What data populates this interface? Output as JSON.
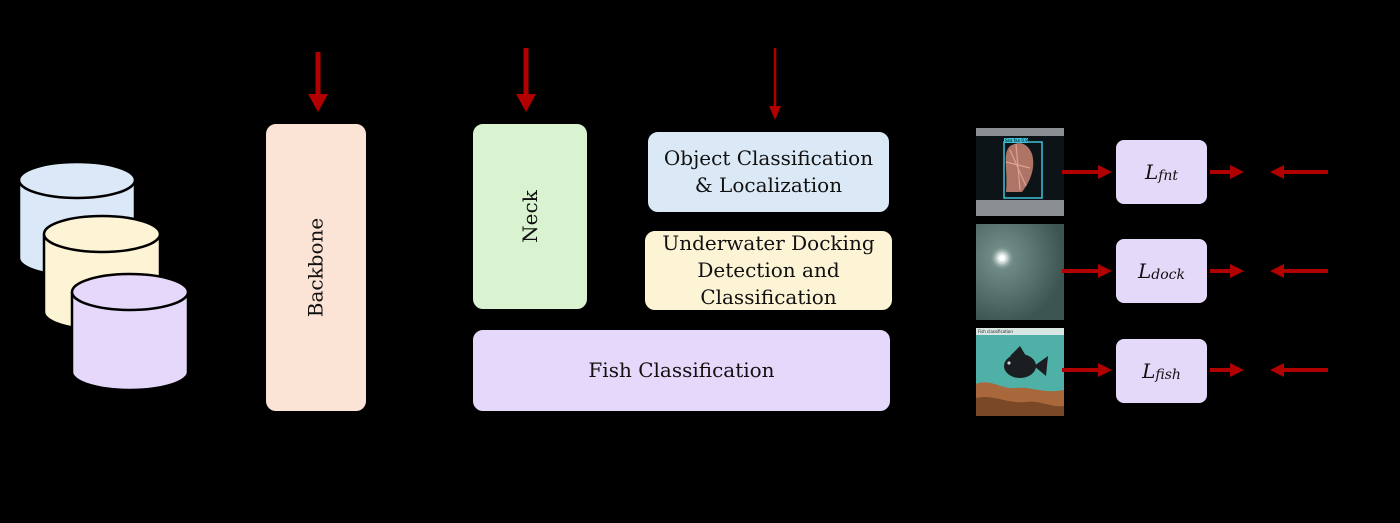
{
  "blocks": {
    "backbone": "Backbone",
    "neck": "Neck",
    "object_head": "Object Classification & Localization",
    "docking_head_line1": "Underwater Docking",
    "docking_head_line2": "Detection and",
    "docking_head_line3": "Classification",
    "fish_head": "Fish Classification"
  },
  "losses": {
    "fnt": {
      "symbol": "L",
      "sub": "fnt"
    },
    "dock": {
      "symbol": "L",
      "sub": "dock"
    },
    "fish": {
      "symbol": "L",
      "sub": "fish"
    }
  },
  "thumbnails": {
    "fnt_overlay_text": "Sea fan 0.9",
    "fish_overlay_text": "Fish classification"
  },
  "colors": {
    "background": "#000000",
    "backbone": "#fbe3d6",
    "neck": "#d9f2d0",
    "object_head": "#dbe9f7",
    "docking_head": "#fdf3d5",
    "fish_head": "#e6d8fa",
    "loss": "#e4d9f9",
    "arrow": "#b00000",
    "dataset_blue": "#dbe8f7",
    "dataset_yellow": "#fdf3d5",
    "dataset_purple": "#e6d8fa"
  }
}
